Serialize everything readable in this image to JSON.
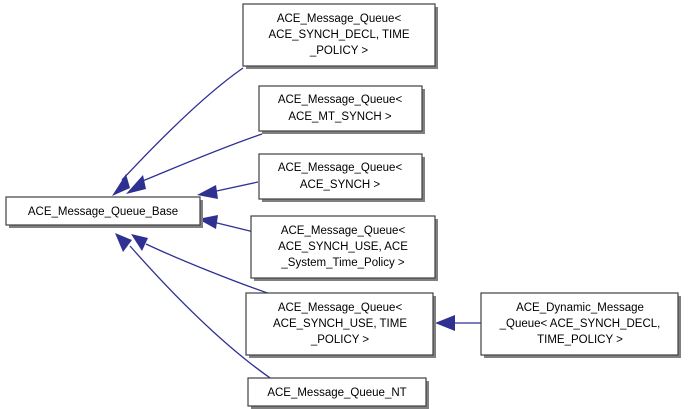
{
  "diagram": {
    "kind": "class-inheritance-graph",
    "background_color": "#ffffff",
    "box_border_color": "#404040",
    "box_fill_color": "#ffffff",
    "edge_color": "#2e3192",
    "text_color": "#000000",
    "base_class": {
      "id": "ace-message-queue-base",
      "label": "ACE_Message_Queue_Base",
      "lines": [
        "ACE_Message_Queue_Base"
      ]
    },
    "nodes": [
      {
        "id": "ace-message-queue-synch-decl-time-policy",
        "lines": [
          "ACE_Message_Queue<",
          "ACE_SYNCH_DECL, TIME",
          "_POLICY >"
        ]
      },
      {
        "id": "ace-message-queue-mt-synch",
        "lines": [
          "ACE_Message_Queue<",
          "ACE_MT_SYNCH >"
        ]
      },
      {
        "id": "ace-message-queue-synch",
        "lines": [
          "ACE_Message_Queue<",
          "ACE_SYNCH >"
        ]
      },
      {
        "id": "ace-message-queue-synch-use-system-time-policy",
        "lines": [
          "ACE_Message_Queue<",
          "ACE_SYNCH_USE, ACE",
          "_System_Time_Policy >"
        ]
      },
      {
        "id": "ace-message-queue-synch-use-time-policy",
        "lines": [
          "ACE_Message_Queue<",
          "ACE_SYNCH_USE, TIME",
          "_POLICY >"
        ]
      },
      {
        "id": "ace-message-queue-nt",
        "lines": [
          "ACE_Message_Queue_NT"
        ]
      },
      {
        "id": "ace-dynamic-message-queue-synch-decl-time-policy",
        "lines": [
          "ACE_Dynamic_Message",
          "_Queue< ACE_SYNCH_DECL,",
          "TIME_POLICY >"
        ]
      }
    ],
    "edges": [
      {
        "from": "ace-message-queue-synch-decl-time-policy",
        "to": "ace-message-queue-base",
        "relation": "inherits"
      },
      {
        "from": "ace-message-queue-mt-synch",
        "to": "ace-message-queue-base",
        "relation": "inherits"
      },
      {
        "from": "ace-message-queue-synch",
        "to": "ace-message-queue-base",
        "relation": "inherits"
      },
      {
        "from": "ace-message-queue-synch-use-system-time-policy",
        "to": "ace-message-queue-base",
        "relation": "inherits"
      },
      {
        "from": "ace-message-queue-synch-use-time-policy",
        "to": "ace-message-queue-base",
        "relation": "inherits"
      },
      {
        "from": "ace-message-queue-nt",
        "to": "ace-message-queue-base",
        "relation": "inherits"
      },
      {
        "from": "ace-dynamic-message-queue-synch-decl-time-policy",
        "to": "ace-message-queue-synch-use-time-policy",
        "relation": "inherits"
      }
    ]
  }
}
